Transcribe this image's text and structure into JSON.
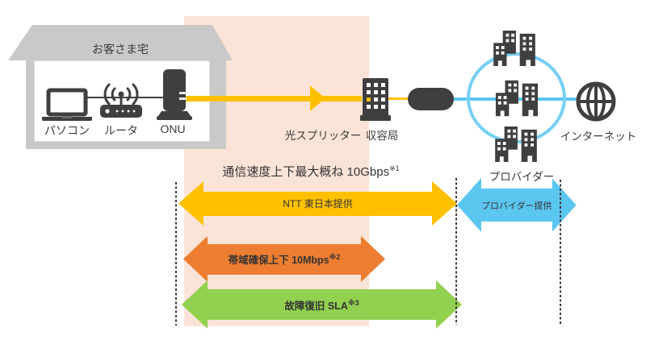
{
  "home": {
    "label": "お客さま宅",
    "devices": [
      {
        "label": "パソコン"
      },
      {
        "label": "ルータ"
      },
      {
        "label": "ONU"
      }
    ]
  },
  "network": {
    "splitter_label": "光スプリッター",
    "central_office_label": "収容局",
    "provider_label": "プロバイダー",
    "internet_label": "インターネット"
  },
  "caption": {
    "text": "通信速度上下最大概ね 10Gbps",
    "note": "※1"
  },
  "arrows": {
    "ntt": {
      "label": "NTT 東日本提供"
    },
    "provider": {
      "label": "プロバイダー提供"
    },
    "bandwidth": {
      "label": "帯域確保上下 10Mbps",
      "note": "※2"
    },
    "sla": {
      "label": "故障復旧 SLA",
      "note": "※3"
    }
  },
  "colors": {
    "fiber_yellow": "#FFC000",
    "bandwidth_orange": "#ED7D31",
    "sla_green": "#92D050",
    "provider_blue": "#5BC6F0",
    "provider_ring_blue": "#76CFF5",
    "home_band_pink": "#FBE4D7",
    "icon_dark": "#3F3F3F"
  }
}
